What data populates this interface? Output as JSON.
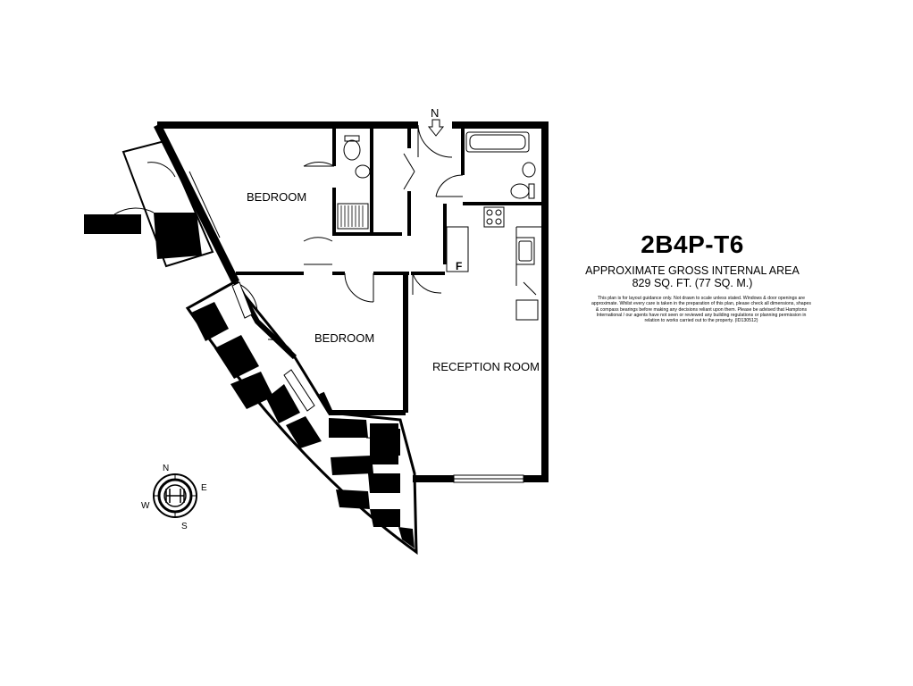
{
  "plan": {
    "code": "2B4P-T6",
    "area_title": "APPROXIMATE GROSS INTERNAL AREA",
    "area_value": "829 SQ. FT. (77 SQ. M.)",
    "disclaimer": "This plan is for layout guidance only. Not drawn to scale unless stated. Windows & door openings are approximate. Whilst every care is taken in the preparation of this plan, please check all dimensions, shapes & compass bearings before making any decisions reliant upon them. Please be advised that Hamptons International / our agents have not seen or reviewed any building regulations or planning permission in relation to works carried out to the property. (ID130512)"
  },
  "rooms": {
    "bedroom_1": "BEDROOM",
    "bedroom_2": "BEDROOM",
    "reception": "RECEPTION ROOM",
    "fridge": "F"
  },
  "entrance_north": "N",
  "compass": {
    "n": "N",
    "e": "E",
    "s": "S",
    "w": "W"
  }
}
